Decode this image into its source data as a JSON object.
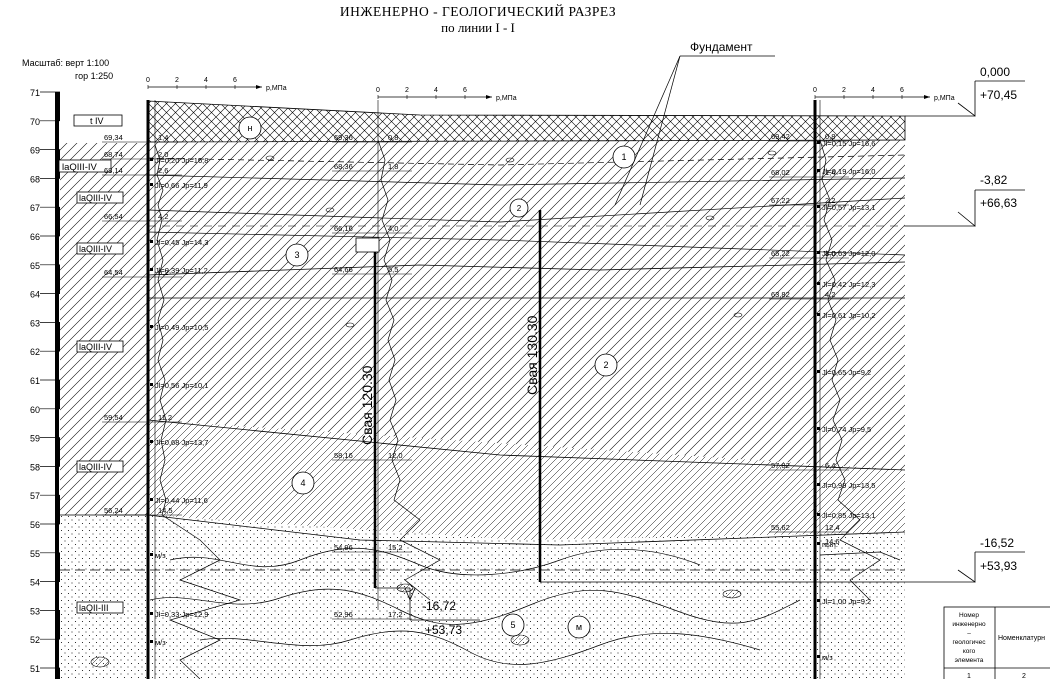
{
  "title": "ИНЖЕНЕРНО  -  ГЕОЛОГИЧЕСКИЙ  РАЗРЕЗ",
  "subtitle": "по линии I - I",
  "scale": {
    "vertical": "Масштаб: верт 1:100",
    "horizontal": "гор 1:250"
  },
  "foundation_label": "Фундамент",
  "pressure_axis": {
    "unit": "p,МПа",
    "ticks": [
      "0",
      "2",
      "4",
      "6"
    ]
  },
  "elevation_ticks": [
    "71",
    "70",
    "69",
    "68",
    "67",
    "66",
    "65",
    "64",
    "63",
    "62",
    "61",
    "60",
    "59",
    "58",
    "57",
    "56",
    "55",
    "54",
    "53",
    "52",
    "51"
  ],
  "layer_tags": [
    {
      "id": "tag-t4",
      "text": "t IV"
    },
    {
      "id": "tag-1",
      "text": "laQIII-IV"
    },
    {
      "id": "tag-2",
      "text": "laQIII-IV"
    },
    {
      "id": "tag-3",
      "text": "laQIII-IV"
    },
    {
      "id": "tag-4",
      "text": "laQIII-IV"
    },
    {
      "id": "tag-5",
      "text": "laQIII-IV"
    },
    {
      "id": "tag-6",
      "text": "laQII-III"
    }
  ],
  "ige_numbers": [
    "н",
    "1",
    "2",
    "3",
    "2",
    "4",
    "5",
    "м"
  ],
  "boreholes": [
    {
      "marks": [
        "69,34",
        "68,74",
        "68,14",
        "66,54",
        "64,54",
        "59,54",
        "56,24"
      ],
      "depths": [
        "1,4",
        "2,0",
        "2,6",
        "4,2",
        "6,2",
        "11,2",
        "14,5"
      ],
      "props": [
        "Jl=0,20 Jp=16,8",
        "Jl=0,66 Jp=11,9",
        "Jl=0,45 Jp=14,3",
        "Jl=0,39 Jp=11,2",
        "Jl=0,49 Jp=10,5",
        "Jl=0,56 Jp=10,1",
        "Jl=0,68 Jp=13,7",
        "Jl=0,44 Jp=11,6",
        "м/з",
        "Jl=0,33 Jp=12,9",
        "м/з"
      ]
    },
    {
      "marks": [
        "69,36",
        "68,36",
        "66,16",
        "64,66",
        "58,16",
        "54,96",
        "52,96"
      ],
      "depths": [
        "0,8",
        "1,8",
        "4,0",
        "5,5",
        "12,0",
        "15,2",
        "17,2"
      ],
      "props": []
    },
    {
      "marks": [
        "69,42",
        "68,02",
        "67,22",
        "65,22",
        "63,82",
        "57,82",
        "55,62"
      ],
      "depths": [
        "0,8",
        "1,4",
        "2,2",
        "3,0",
        "4,2",
        "6,4",
        "12,4",
        "14,6"
      ],
      "props": [
        "Jl=0,15 Jp=16,6",
        "Jl=0,19 Jp=16,0",
        "Jl=0,57 Jp=13,1",
        "Jl=0,63 Jp=12,0",
        "Jl=0,42 Jp=12,3",
        "Jl=0,61 Jp=10,2",
        "Jl=0,65 Jp=9,2",
        "Jl=0,74 Jp=9,5",
        "Jl=0,99 Jp=13,5",
        "Jl=0,85 Jp=13,1",
        "пыл.",
        "Jl=1,00 Jp=9,2",
        "м/з"
      ]
    }
  ],
  "piles": [
    {
      "label": "Свая 120.30",
      "tip": {
        "relative": "-16,72",
        "absolute": "+53,73"
      }
    },
    {
      "label": "Свая 130.30"
    }
  ],
  "level_marks": [
    {
      "relative": "0,000",
      "absolute": "+70,45"
    },
    {
      "relative": "-3,82",
      "absolute": "+66,63"
    },
    {
      "relative": "-16,52",
      "absolute": "+53,93"
    }
  ],
  "legend_table": {
    "col1_header": "Номер инженерно – геологичес кого элемента",
    "col2_header": "Номенклатурн",
    "col_numbers": [
      "1",
      "2"
    ]
  }
}
